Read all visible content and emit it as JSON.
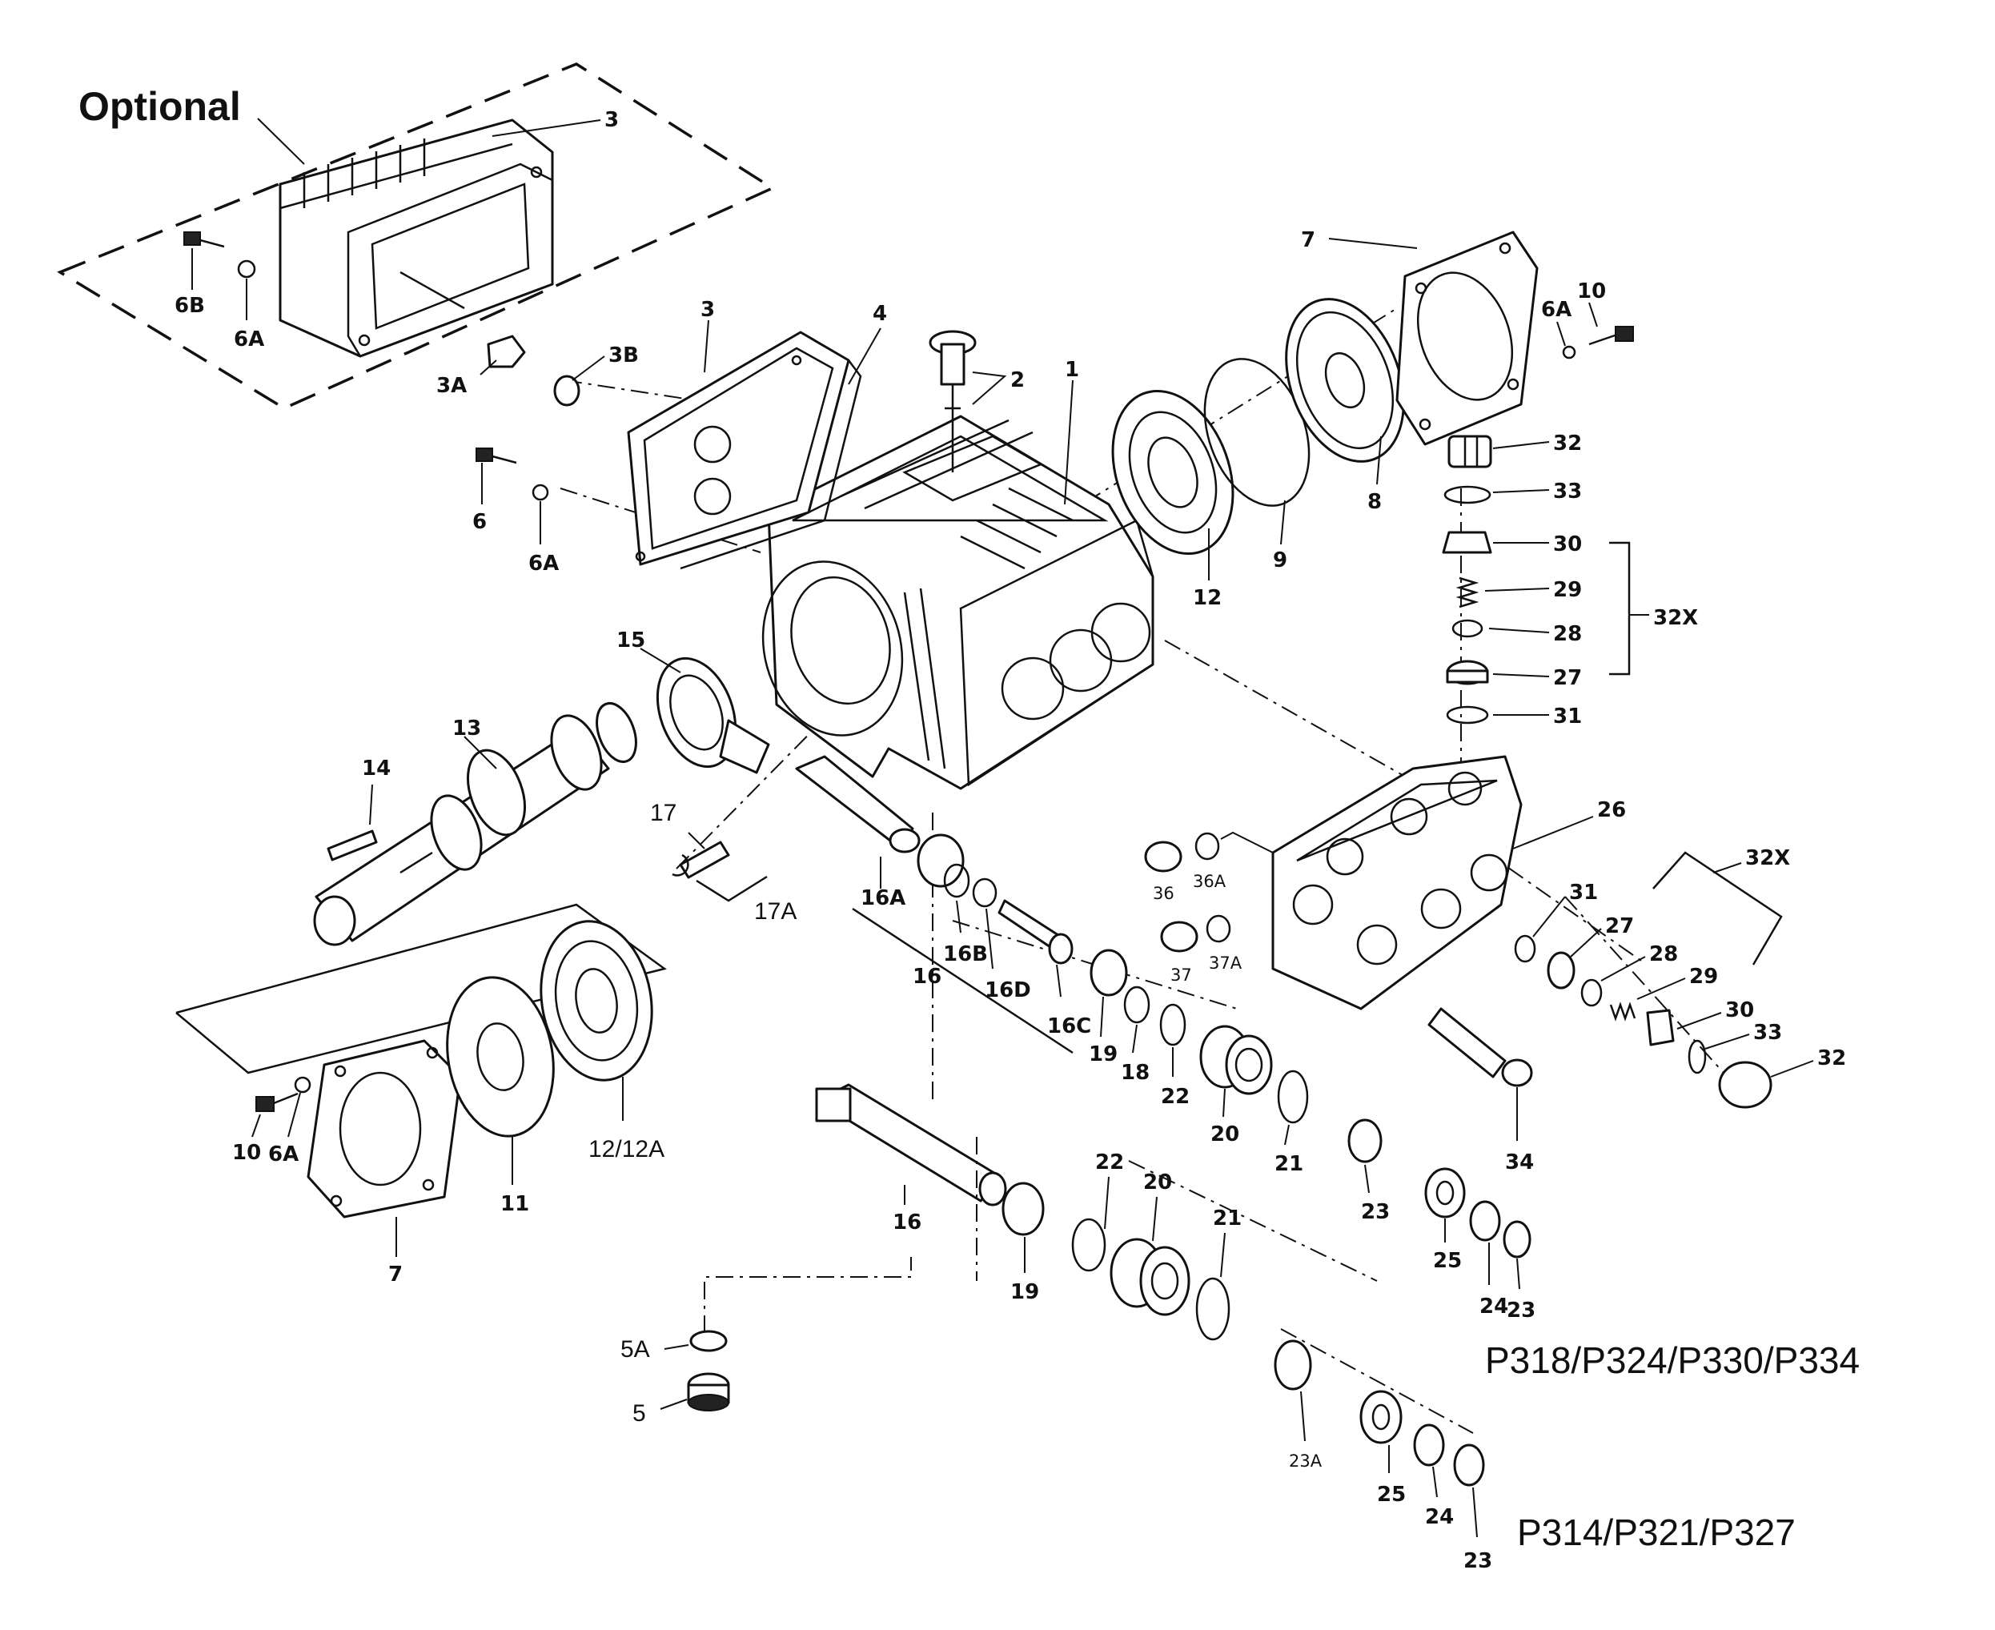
{
  "optional_title": "Optional",
  "models": {
    "upper": "P318/P324/P330/P334",
    "lower": "P314/P321/P327"
  },
  "callouts": {
    "c1": "1",
    "c2": "2",
    "c3_opt": "3",
    "c3": "3",
    "c3a": "3A",
    "c3b": "3B",
    "c4": "4",
    "c5": "5",
    "c5a": "5A",
    "c6": "6",
    "c6a_opt": "6A",
    "c6a_a": "6A",
    "c6a_b": "6A",
    "c6a_c": "6A",
    "c6b": "6B",
    "c7_top": "7",
    "c7_bottom": "7",
    "c8": "8",
    "c9": "9",
    "c10_top": "10",
    "c10_bottom": "10",
    "c11": "11",
    "c12": "12",
    "c12_12a": "12/12A",
    "c13": "13",
    "c14": "14",
    "c15": "15",
    "c16_a": "16",
    "c16_b": "16",
    "c16a": "16A",
    "c16b": "16B",
    "c16c": "16C",
    "c16d": "16D",
    "c17": "17",
    "c17a": "17A",
    "c18": "18",
    "c19_a": "19",
    "c19_b": "19",
    "c20_a": "20",
    "c20_b": "20",
    "c21_a": "21",
    "c21_b": "21",
    "c22_a": "22",
    "c22_b": "22",
    "c23_a": "23",
    "c23_b": "23",
    "c23_c": "23",
    "c23a": "23A",
    "c24_a": "24",
    "c24_b": "24",
    "c25_a": "25",
    "c25_b": "25",
    "c26": "26",
    "c27_a": "27",
    "c27_b": "27",
    "c28_a": "28",
    "c28_b": "28",
    "c29_a": "29",
    "c29_b": "29",
    "c30_a": "30",
    "c30_b": "30",
    "c31_a": "31",
    "c31_b": "31",
    "c32_a": "32",
    "c32_b": "32",
    "c32x_a": "32X",
    "c32x_b": "32X",
    "c33_a": "33",
    "c33_b": "33",
    "c34": "34",
    "c36": "36",
    "c36a": "36A",
    "c37": "37",
    "c37a": "37A"
  }
}
